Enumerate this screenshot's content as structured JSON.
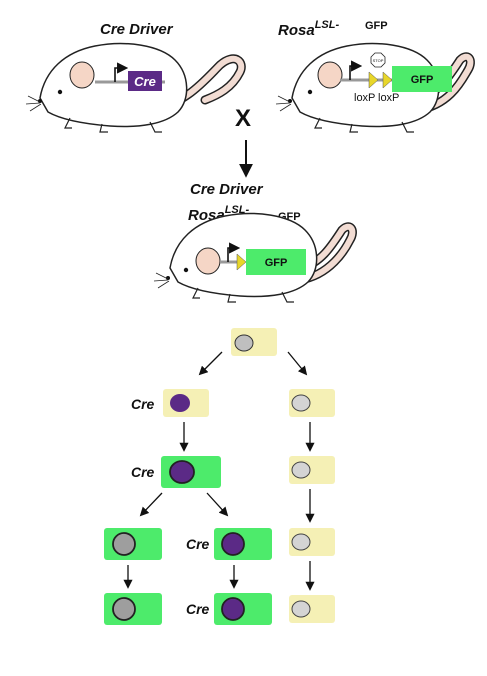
{
  "top": {
    "left_label": "Cre Driver",
    "right_label_main": "Rosa",
    "right_label_sup": "LSL-",
    "right_label_gfp": "GFP",
    "cre_box": "Cre",
    "gfp_box": "GFP",
    "stop": "STOP",
    "loxp1": "loxP",
    "loxp2": "loxP",
    "cross": "X"
  },
  "middle": {
    "label_line1": "Cre Driver",
    "label_main": "Rosa",
    "label_sup": "LSL-",
    "label_gfp": "GFP",
    "gfp_box": "GFP"
  },
  "tree": {
    "cre_labels": [
      "Cre",
      "Cre",
      "Cre",
      "Cre"
    ],
    "colors": {
      "yellow": "#f5f0b5",
      "green": "#4deb6b",
      "purple": "#5b2a86",
      "gray": "#bfbfbf"
    }
  }
}
